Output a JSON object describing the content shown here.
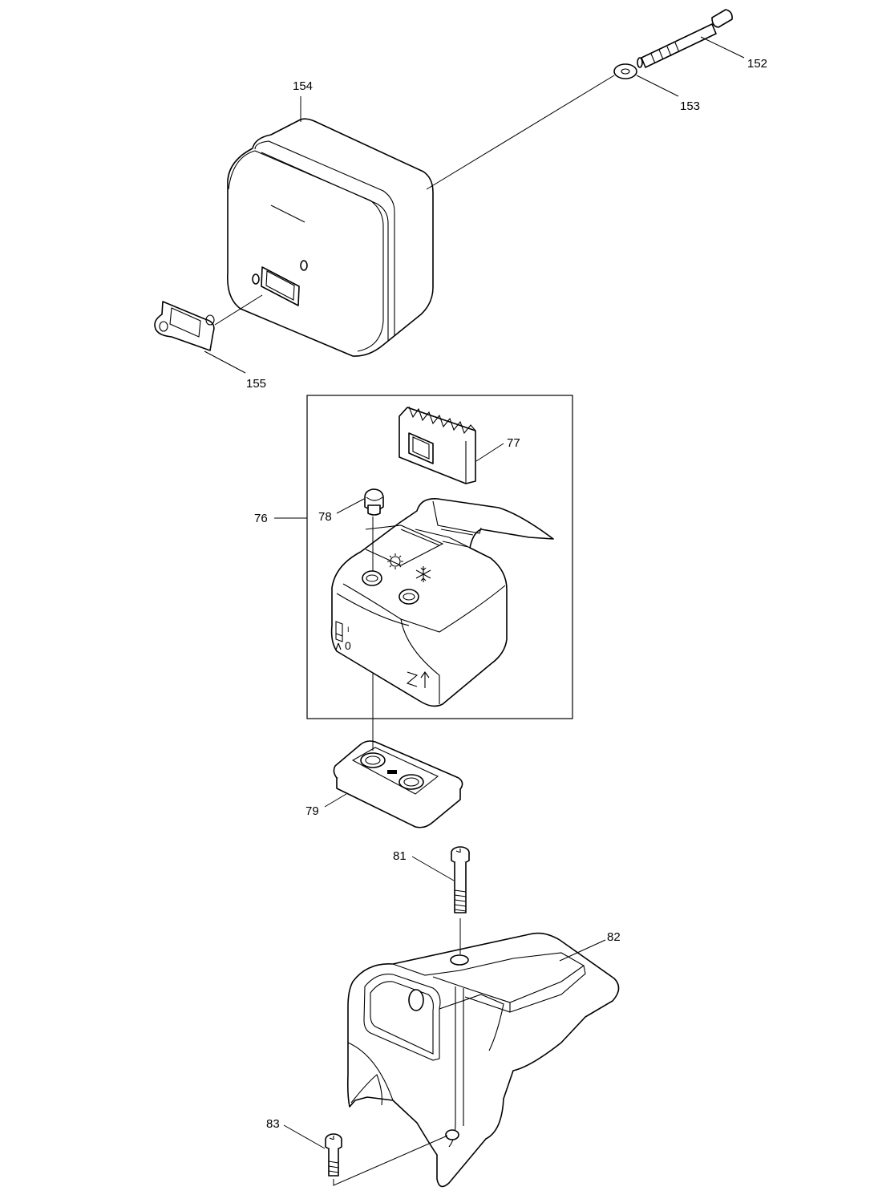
{
  "parts": [
    {
      "id": "p152",
      "number": "152",
      "kind": "bolt"
    },
    {
      "id": "p153",
      "number": "153",
      "kind": "washer"
    },
    {
      "id": "p154",
      "number": "154",
      "kind": "muffler"
    },
    {
      "id": "p155",
      "number": "155",
      "kind": "gasket"
    },
    {
      "id": "p76",
      "number": "76",
      "kind": "air-box-assembly"
    },
    {
      "id": "p77",
      "number": "77",
      "kind": "filter-insert"
    },
    {
      "id": "p78",
      "number": "78",
      "kind": "knob"
    },
    {
      "id": "p79",
      "number": "79",
      "kind": "seal-plate"
    },
    {
      "id": "p81",
      "number": "81",
      "kind": "screw"
    },
    {
      "id": "p82",
      "number": "82",
      "kind": "shroud"
    },
    {
      "id": "p83",
      "number": "83",
      "kind": "screw"
    }
  ],
  "cover_symbols": {
    "switch_on": "I",
    "switch_off": "0",
    "sun_icon": "sun-icon",
    "snowflake_icon": "snowflake-icon"
  }
}
